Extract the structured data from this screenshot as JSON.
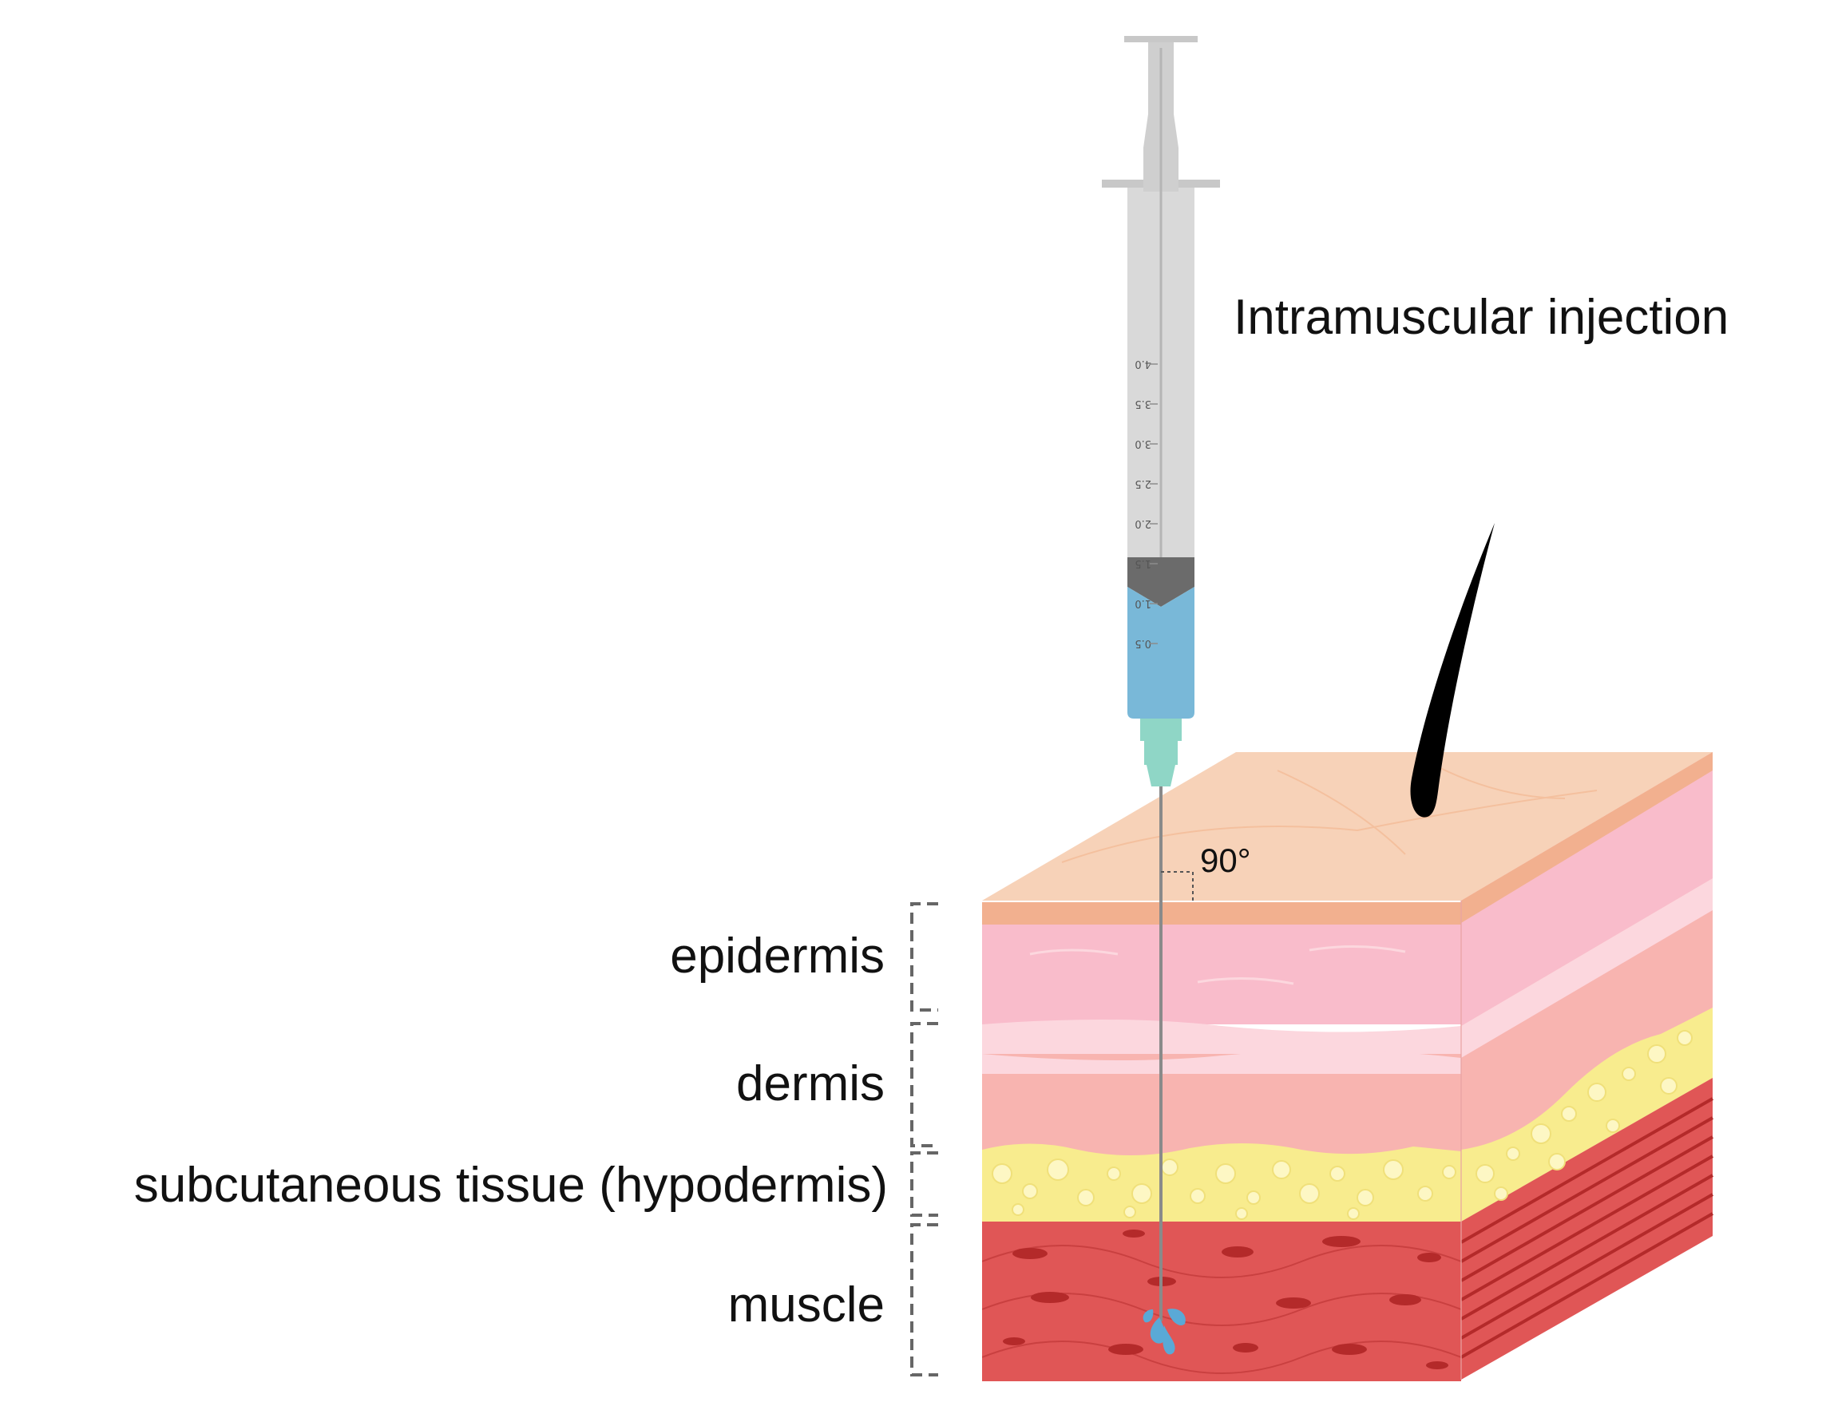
{
  "title": "Intramuscular injection",
  "angle_label": "90°",
  "layers": [
    {
      "key": "epidermis",
      "label": "epidermis"
    },
    {
      "key": "dermis",
      "label": "dermis"
    },
    {
      "key": "subcutaneous",
      "label": "subcutaneous tissue (hypodermis)"
    },
    {
      "key": "muscle",
      "label": "muscle"
    }
  ],
  "syringe_scale": [
    "4.0",
    "3.5",
    "3.0",
    "2.5",
    "2.0",
    "1.5",
    "1.0",
    "0.5"
  ],
  "colors": {
    "skin_top": "#f7d2b8",
    "skin_edge": "#f2b08f",
    "epidermis": "#f9bccb",
    "epidermis_light": "#fcd7de",
    "dermis": "#f8b4b0",
    "fat": "#f8ec8e",
    "fat_bubble": "#fdf7c4",
    "muscle": "#e05656",
    "muscle_dark": "#b42a2a",
    "syringe_barrel": "#d9d9d9",
    "syringe_plunger": "#6b6b6b",
    "liquid": "#79b8d8",
    "needle_hub": "#8fd6c6",
    "hair": "#000000"
  }
}
